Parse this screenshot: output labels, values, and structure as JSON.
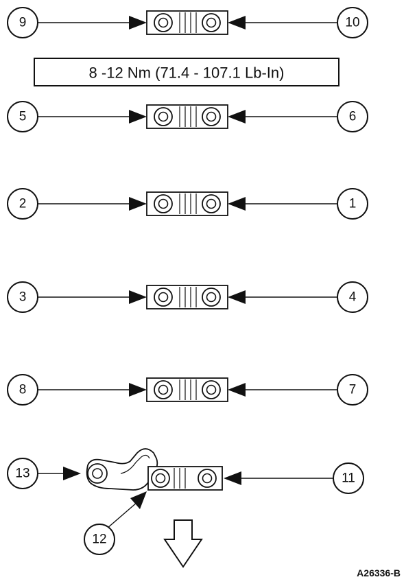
{
  "torque_spec": "8 -12 Nm (71.4 - 107.1 Lb-In)",
  "figure_ref": "A26336-B",
  "rows": [
    {
      "left": "9",
      "right": "10"
    },
    {
      "left": "5",
      "right": "6"
    },
    {
      "left": "2",
      "right": "1"
    },
    {
      "left": "3",
      "right": "4"
    },
    {
      "left": "8",
      "right": "7"
    }
  ],
  "bottom_row": {
    "left": "13",
    "lower": "12",
    "right": "11"
  },
  "front_indicator": "down-arrow-icon"
}
